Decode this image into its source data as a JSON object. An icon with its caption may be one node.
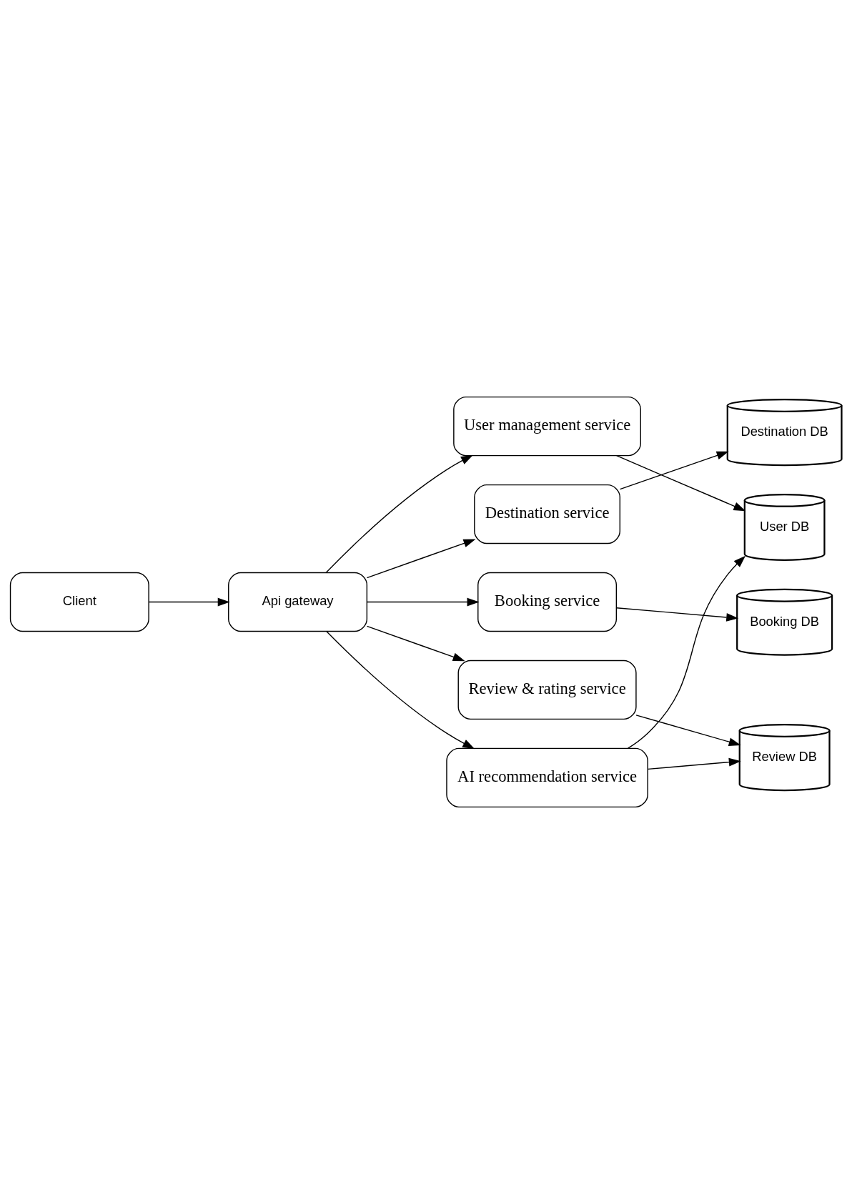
{
  "diagram": {
    "nodes": [
      {
        "text": [
          "Client"
        ]
      },
      {
        "text": [
          "Api gateway"
        ]
      },
      {
        "text": [
          "User management service"
        ]
      },
      {
        "text": [
          "Destination service"
        ]
      },
      {
        "text": [
          "Booking service"
        ]
      },
      {
        "text": [
          "Review & rating service"
        ]
      },
      {
        "text": [
          "AI recommendation service"
        ]
      },
      {
        "text": [
          "User DB"
        ]
      },
      {
        "text": [
          "Destination DB"
        ]
      },
      {
        "text": [
          "Booking DB"
        ]
      },
      {
        "text": [
          "Review DB"
        ]
      }
    ],
    "edges": [
      {
        "from": 0,
        "to": 1,
        "arrow": "to"
      },
      {
        "from": 1,
        "to": 2,
        "arrow": "to"
      },
      {
        "from": 1,
        "to": 3,
        "arrow": "to"
      },
      {
        "from": 1,
        "to": 4,
        "arrow": "to"
      },
      {
        "from": 1,
        "to": 5,
        "arrow": "to"
      },
      {
        "from": 1,
        "to": 6,
        "arrow": "to"
      },
      {
        "from": 2,
        "to": 7,
        "arrow": "to"
      },
      {
        "from": 3,
        "to": 8,
        "arrow": "to"
      },
      {
        "from": 4,
        "to": 9,
        "arrow": "to"
      },
      {
        "from": 5,
        "to": 10,
        "arrow": "to"
      },
      {
        "from": 6,
        "to": 7,
        "arrow": "to"
      },
      {
        "from": 6,
        "to": 10,
        "arrow": "to"
      }
    ]
  }
}
